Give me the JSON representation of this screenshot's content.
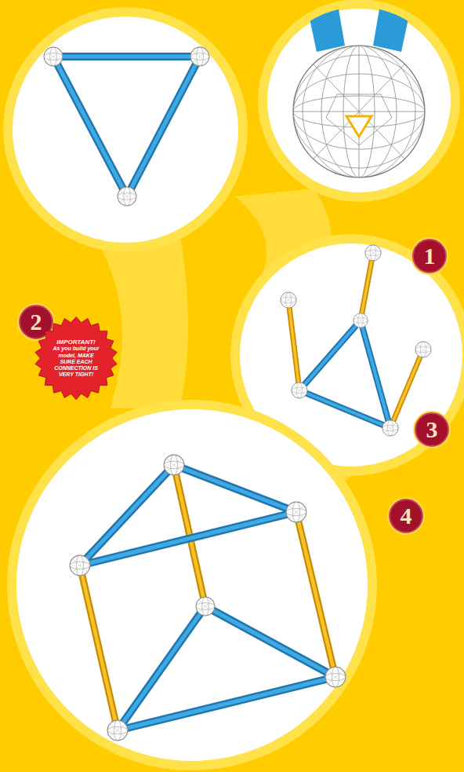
{
  "diagram": {
    "nodes": [
      {
        "text": [
          "1"
        ]
      },
      {
        "text": [
          "2"
        ]
      },
      {
        "text": [
          "IMPORTANT!",
          "As you build your model, MAKE SURE EACH CONNECTION IS VERY TIGHT!"
        ]
      },
      {
        "text": [
          "3"
        ]
      },
      {
        "text": [
          "4"
        ]
      }
    ]
  }
}
